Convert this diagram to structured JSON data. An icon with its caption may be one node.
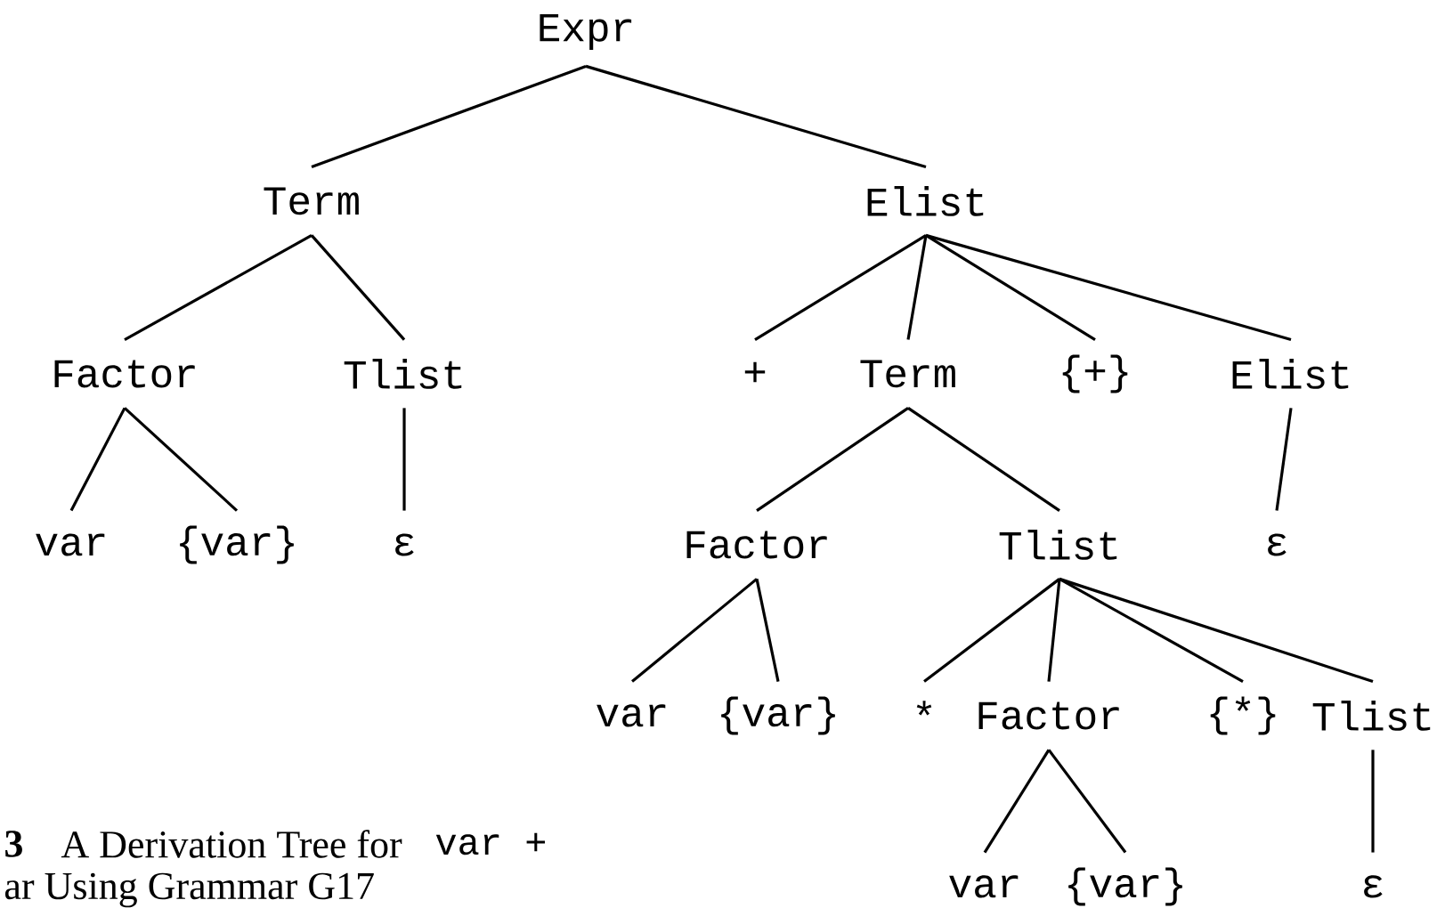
{
  "diagram": {
    "nodes": [
      {
        "text": [
          "Expr"
        ]
      },
      {
        "text": [
          "Term"
        ]
      },
      {
        "text": [
          "Elist"
        ]
      },
      {
        "text": [
          "Factor"
        ]
      },
      {
        "text": [
          "Tlist"
        ]
      },
      {
        "text": [
          "+"
        ]
      },
      {
        "text": [
          "Term"
        ]
      },
      {
        "text": [
          "{+}"
        ]
      },
      {
        "text": [
          "Elist"
        ]
      },
      {
        "text": [
          "var"
        ]
      },
      {
        "text": [
          "{var}"
        ]
      },
      {
        "text": [
          "ε"
        ]
      },
      {
        "text": [
          "Factor"
        ]
      },
      {
        "text": [
          "Tlist"
        ]
      },
      {
        "text": [
          "ε"
        ]
      },
      {
        "text": [
          "var"
        ]
      },
      {
        "text": [
          "{var}"
        ]
      },
      {
        "text": [
          "*"
        ]
      },
      {
        "text": [
          "Factor"
        ]
      },
      {
        "text": [
          "{*}"
        ]
      },
      {
        "text": [
          "Tlist"
        ]
      },
      {
        "text": [
          "var"
        ]
      },
      {
        "text": [
          "{var}"
        ]
      },
      {
        "text": [
          "ε"
        ]
      }
    ],
    "edges": [
      {
        "from": 0,
        "to": 1,
        "arrow": "none"
      },
      {
        "from": 0,
        "to": 2,
        "arrow": "none"
      },
      {
        "from": 1,
        "to": 3,
        "arrow": "none"
      },
      {
        "from": 1,
        "to": 4,
        "arrow": "none"
      },
      {
        "from": 2,
        "to": 5,
        "arrow": "none"
      },
      {
        "from": 2,
        "to": 6,
        "arrow": "none"
      },
      {
        "from": 2,
        "to": 7,
        "arrow": "none"
      },
      {
        "from": 2,
        "to": 8,
        "arrow": "none"
      },
      {
        "from": 3,
        "to": 9,
        "arrow": "none"
      },
      {
        "from": 3,
        "to": 10,
        "arrow": "none"
      },
      {
        "from": 4,
        "to": 11,
        "arrow": "none"
      },
      {
        "from": 8,
        "to": 14,
        "arrow": "none"
      },
      {
        "from": 6,
        "to": 12,
        "arrow": "none"
      },
      {
        "from": 6,
        "to": 13,
        "arrow": "none"
      },
      {
        "from": 12,
        "to": 15,
        "arrow": "none"
      },
      {
        "from": 12,
        "to": 16,
        "arrow": "none"
      },
      {
        "from": 13,
        "to": 17,
        "arrow": "none"
      },
      {
        "from": 13,
        "to": 18,
        "arrow": "none"
      },
      {
        "from": 13,
        "to": 19,
        "arrow": "none"
      },
      {
        "from": 13,
        "to": 20,
        "arrow": "none"
      },
      {
        "from": 18,
        "to": 21,
        "arrow": "none"
      },
      {
        "from": 18,
        "to": 22,
        "arrow": "none"
      },
      {
        "from": 20,
        "to": 23,
        "arrow": "none"
      }
    ],
    "labels": [
      "3",
      "A Derivation Tree for",
      "var +",
      "ar Using Grammar G17"
    ]
  }
}
